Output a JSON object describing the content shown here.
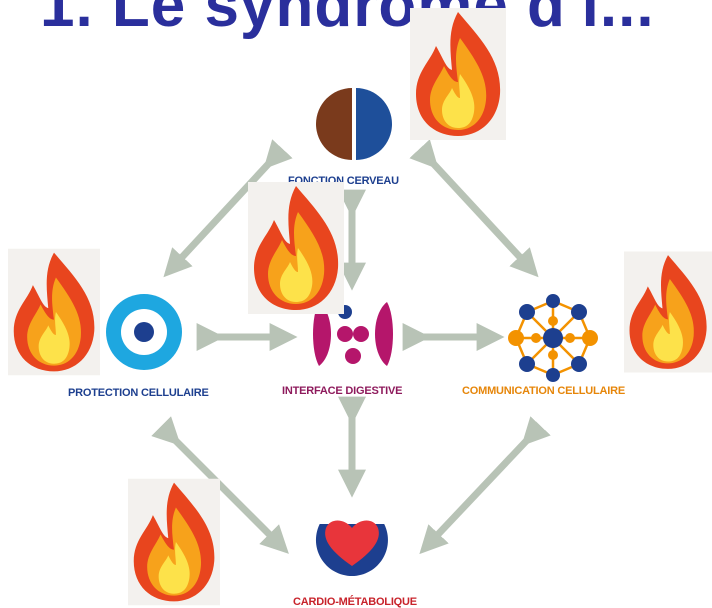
{
  "title": "1.  Le syndrome d'i...",
  "nodes": {
    "brain": {
      "label": "FONCTION CERVEAU"
    },
    "protection": {
      "label": "PROTECTION CELLULAIRE"
    },
    "digestive": {
      "label": "INTERFACE DIGESTIVE"
    },
    "communication": {
      "label": "COMMUNICATION CELLULAIRE"
    },
    "cardio": {
      "label": "CARDIO-MÉTABOLIQUE"
    }
  },
  "colors": {
    "title": "#2a2f9c",
    "arrow": "#b8c3b6",
    "brain_left": "#7a3a1c",
    "brain_right": "#1e4f9a",
    "protection": "#1ea7e0",
    "digestive": "#b5166b",
    "communication_orange": "#f39200",
    "communication_blue": "#1d3f8f",
    "cardio_red": "#e8353b",
    "cardio_blue": "#1d3f8f",
    "label_blue": "#1d3f8f",
    "label_purple": "#8e1a5c",
    "label_orange": "#e6860a",
    "label_red": "#c8232b"
  },
  "icons": [
    "brain-icon",
    "protection-icon",
    "digestive-icon",
    "network-icon",
    "heart-icon",
    "fire-icon"
  ]
}
